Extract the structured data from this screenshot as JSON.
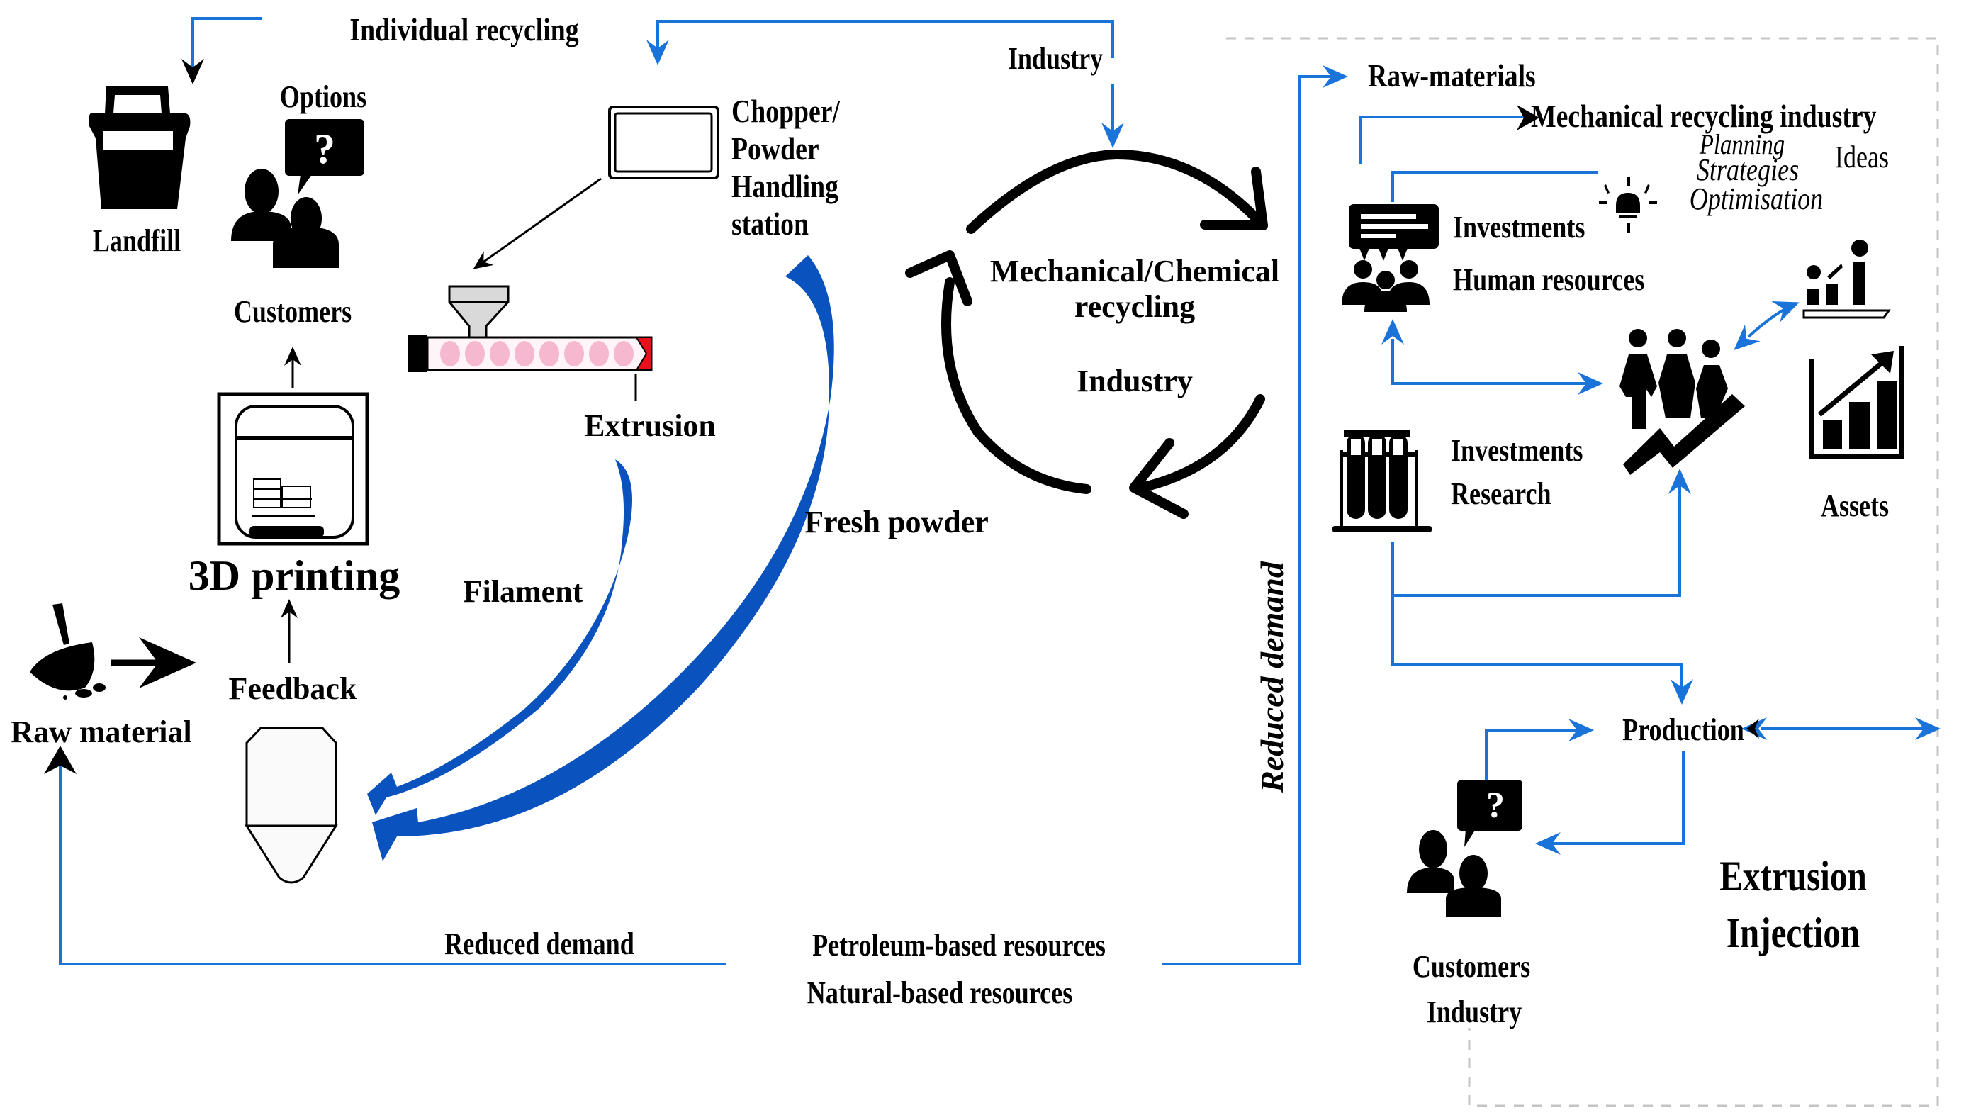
{
  "diagram": {
    "type": "circular-economy-flow",
    "colors": {
      "flow_line": "#1a73d9",
      "thick_arrow": "#0a52be",
      "icon": "#000000",
      "extruder_tip": "#e8101a",
      "extruder_pattern": "#f3a9c4",
      "hopper_fill": "#d9d9d9",
      "dashed_border": "#bdbdbd"
    },
    "left": {
      "individual_recycling": "Individual  recycling",
      "landfill": "Landfill",
      "options": "Options",
      "customers": "Customers",
      "printing": "3D printing",
      "raw_material": "Raw material",
      "feedback": "Feedback",
      "filament": "Filament",
      "extrusion": "Extrusion",
      "chopper_lines": [
        "Chopper/",
        "Powder",
        "Handling",
        "station"
      ],
      "fresh_powder": "Fresh powder",
      "question_mark": "?"
    },
    "center": {
      "industry_top": "Industry",
      "cycle_title_line1": "Mechanical/Chemical",
      "cycle_title_line2": "recycling",
      "cycle_industry": "Industry",
      "reduced_demand_vertical": "Reduced demand"
    },
    "bottom": {
      "reduced_demand": "Reduced demand",
      "petroleum": "Petroleum-based resources",
      "natural": "Natural-based resources"
    },
    "right": {
      "raw_materials": "Raw-materials",
      "mech_industry": "Mechanical recycling industry",
      "planning": "Planning",
      "strategies": "Strategies",
      "optimisation": "Optimisation",
      "ideas": "Ideas",
      "investments_1": "Investments",
      "human_resources": "Human resources",
      "investments_2": "Investments",
      "research": "Research",
      "assets": "Assets",
      "production": "Production",
      "customers": "Customers",
      "industry": "Industry",
      "extrusion": "Extrusion",
      "injection": "Injection",
      "question_mark": "?"
    },
    "icons": [
      "landfill-bin-icon",
      "customers-question-icon",
      "printer-3d-icon",
      "shovel-icon",
      "hopper-icon",
      "chopper-icon",
      "extruder-icon",
      "recycle-cycle-icon",
      "presentation-icon",
      "team-icon",
      "test-tubes-icon",
      "lightbulb-icon",
      "team-growth-icon",
      "presenter-chart-icon",
      "growth-chart-icon"
    ]
  }
}
